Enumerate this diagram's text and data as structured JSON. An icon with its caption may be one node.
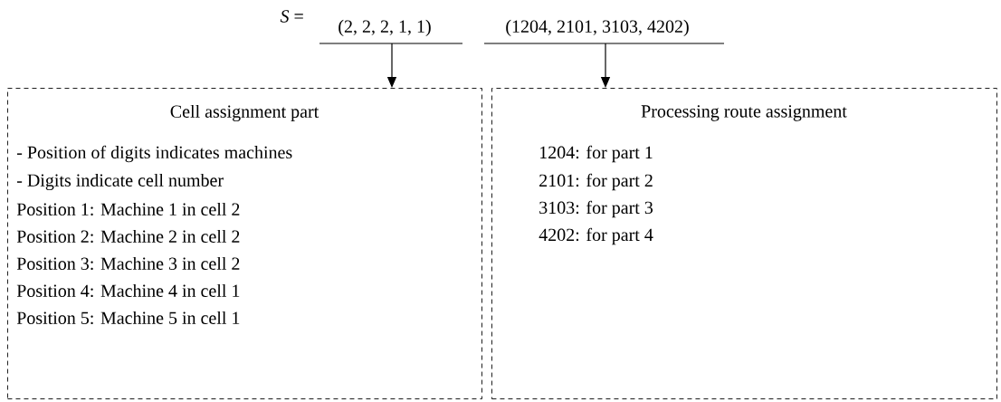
{
  "diagram": {
    "nodes": [
      {
        "text": [
          "(2, 2, 2, 1, 1)"
        ]
      },
      {
        "text": [
          "(1204, 2101, 3103, 4202)"
        ]
      },
      {
        "text": [
          "Cell assignment part",
          "- Position of digits indicates machines",
          "- Digits indicate cell number",
          "Position 1: Machine 1 in cell 2",
          "Position 2: Machine 2 in cell 2",
          "Position 3: Machine 3 in cell 2",
          "Position 4: Machine 4 in cell 1",
          "Position 5: Machine 5 in cell 1"
        ]
      },
      {
        "text": [
          "Processing route assignment",
          "1204: for part 1",
          "2101: for part 2",
          "3103: for part 3",
          "4202: for part 4"
        ]
      }
    ],
    "edges": [
      {
        "from": 0,
        "to": 2,
        "arrow": "to"
      },
      {
        "from": 1,
        "to": 3,
        "arrow": "to"
      }
    ],
    "labels": [
      "*S* ="
    ]
  }
}
